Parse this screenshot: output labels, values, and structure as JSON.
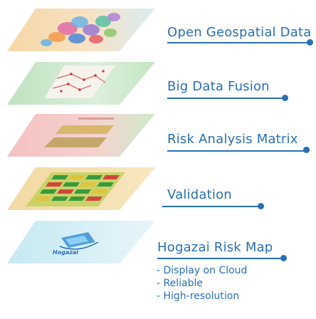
{
  "layers": [
    {
      "label": "Open Geospatial Data",
      "colors": [
        "#f6d9b0",
        "#d6e8f0"
      ]
    },
    {
      "label": "Big Data Fusion",
      "colors": [
        "#cfe8cf",
        "#f2f2f2"
      ]
    },
    {
      "label": "Risk Analysis Matrix",
      "colors": [
        "#f4c7c7",
        "#d8efd0"
      ]
    },
    {
      "label": "Validation",
      "colors": [
        "#f5dfb0",
        "#9bc47a"
      ]
    },
    {
      "label": "Hogazai Risk Map",
      "colors": [
        "#cdecf3",
        "#eaf6f9"
      ]
    }
  ],
  "logo_text": "Hogazai",
  "features": [
    "- Display on Cloud",
    "- Reliable",
    "- High-resolution"
  ],
  "accent_color": "#2a6fb4"
}
